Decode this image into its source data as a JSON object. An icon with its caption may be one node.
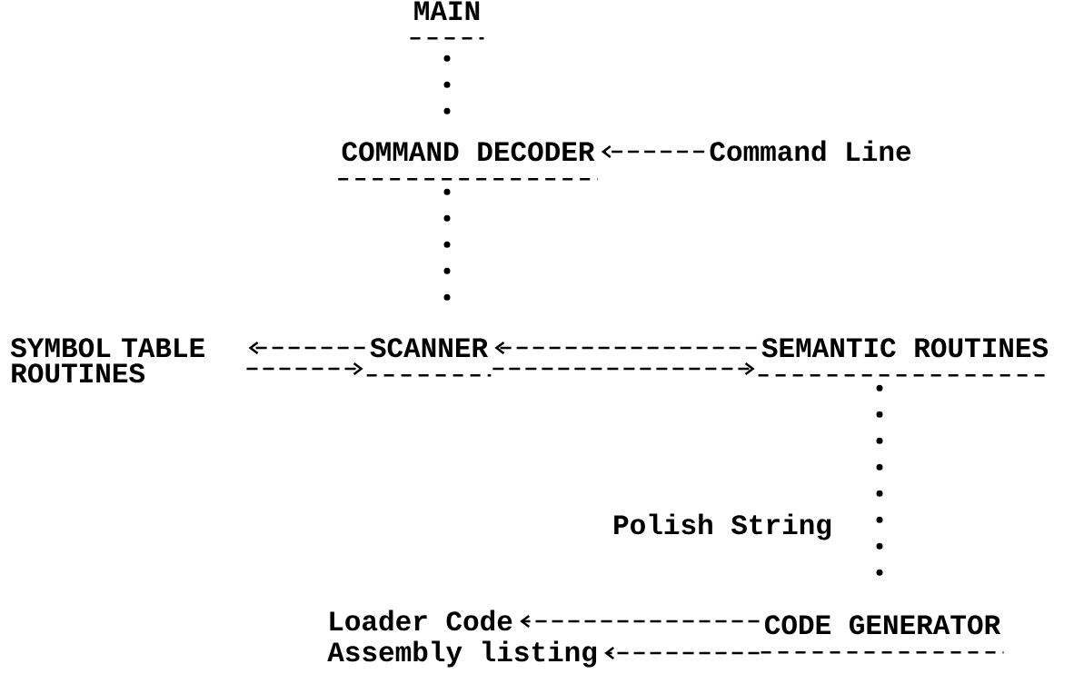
{
  "diagram": {
    "nodes": [
      {
        "text": [
          "MAIN"
        ]
      },
      {
        "text": [
          "COMMAND DECODER"
        ]
      },
      {
        "text": [
          "Command Line"
        ]
      },
      {
        "text": [
          "SYMBOL TABLE ROUTINES"
        ]
      },
      {
        "text": [
          "SCANNER"
        ]
      },
      {
        "text": [
          "SEMANTIC ROUTINES"
        ]
      },
      {
        "text": [
          "CODE GENERATOR"
        ]
      },
      {
        "text": [
          "Loader Code"
        ]
      },
      {
        "text": [
          "Assembly listing"
        ]
      }
    ],
    "edges": [
      {
        "from": 0,
        "to": 1,
        "arrow": "none"
      },
      {
        "from": 2,
        "to": 1,
        "arrow": "to",
        "style": "dashed"
      },
      {
        "from": 1,
        "to": 4,
        "arrow": "none"
      },
      {
        "from": 4,
        "to": 3,
        "arrow": "to",
        "style": "dashed"
      },
      {
        "from": 3,
        "to": 4,
        "arrow": "to",
        "style": "dashed"
      },
      {
        "from": 5,
        "to": 4,
        "arrow": "to",
        "style": "dashed"
      },
      {
        "from": 4,
        "to": 5,
        "arrow": "to",
        "style": "dashed"
      },
      {
        "from": 5,
        "to": 6,
        "arrow": "none",
        "label": "Polish String"
      },
      {
        "from": 6,
        "to": 7,
        "arrow": "to",
        "style": "dashed"
      },
      {
        "from": 6,
        "to": 8,
        "arrow": "to",
        "style": "dashed"
      }
    ]
  }
}
